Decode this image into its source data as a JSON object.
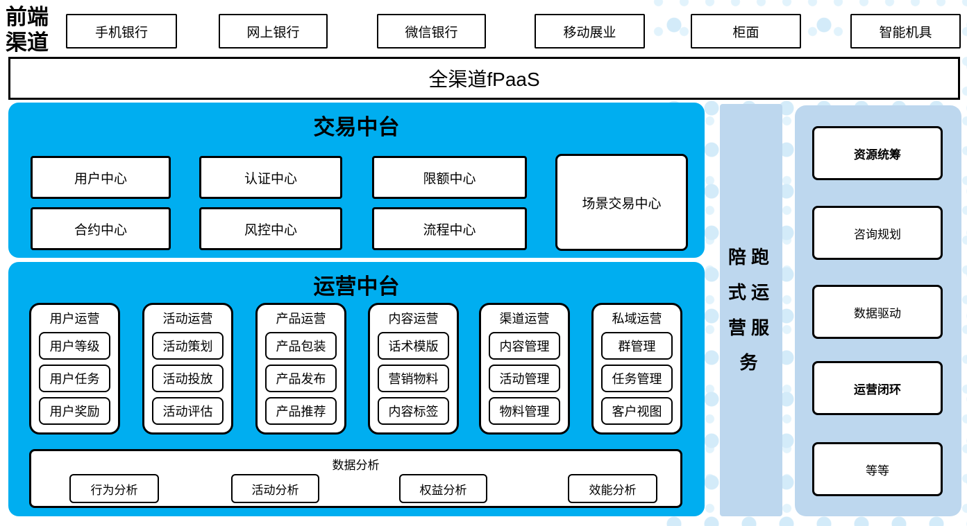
{
  "colors": {
    "accent_blue": "#00AEF0",
    "light_blue": "#BDD7EE",
    "dot_blue": "#D3EBF9"
  },
  "front_channels": {
    "label": "前端渠道",
    "items": [
      "手机银行",
      "网上银行",
      "微信银行",
      "移动展业",
      "柜面",
      "智能机具"
    ]
  },
  "fpaas": {
    "label": "全渠道fPaaS"
  },
  "transaction_platform": {
    "title": "交易中台",
    "row1": [
      "用户中心",
      "认证中心",
      "限额中心"
    ],
    "row2": [
      "合约中心",
      "风控中心",
      "流程中心"
    ],
    "tall_box": "场景交易中心"
  },
  "operation_platform": {
    "title": "运营中台",
    "columns": [
      {
        "header": "用户运营",
        "items": [
          "用户等级",
          "用户任务",
          "用户奖励"
        ]
      },
      {
        "header": "活动运营",
        "items": [
          "活动策划",
          "活动投放",
          "活动评估"
        ]
      },
      {
        "header": "产品运营",
        "items": [
          "产品包装",
          "产品发布",
          "产品推荐"
        ]
      },
      {
        "header": "内容运营",
        "items": [
          "话术模版",
          "营销物料",
          "内容标签"
        ]
      },
      {
        "header": "渠道运营",
        "items": [
          "内容管理",
          "活动管理",
          "物料管理"
        ]
      },
      {
        "header": "私域运营",
        "items": [
          "群管理",
          "任务管理",
          "客户视图"
        ]
      }
    ],
    "analysis": {
      "title": "数据分析",
      "items": [
        "行为分析",
        "活动分析",
        "权益分析",
        "效能分析"
      ]
    }
  },
  "side_bar": {
    "label": "陪跑式运营服务"
  },
  "right_panel": {
    "items": [
      {
        "label": "资源统筹",
        "bold": true
      },
      {
        "label": "咨询规划",
        "bold": false
      },
      {
        "label": "数据驱动",
        "bold": false
      },
      {
        "label": "运营闭环",
        "bold": true
      },
      {
        "label": "等等",
        "bold": false
      }
    ]
  }
}
